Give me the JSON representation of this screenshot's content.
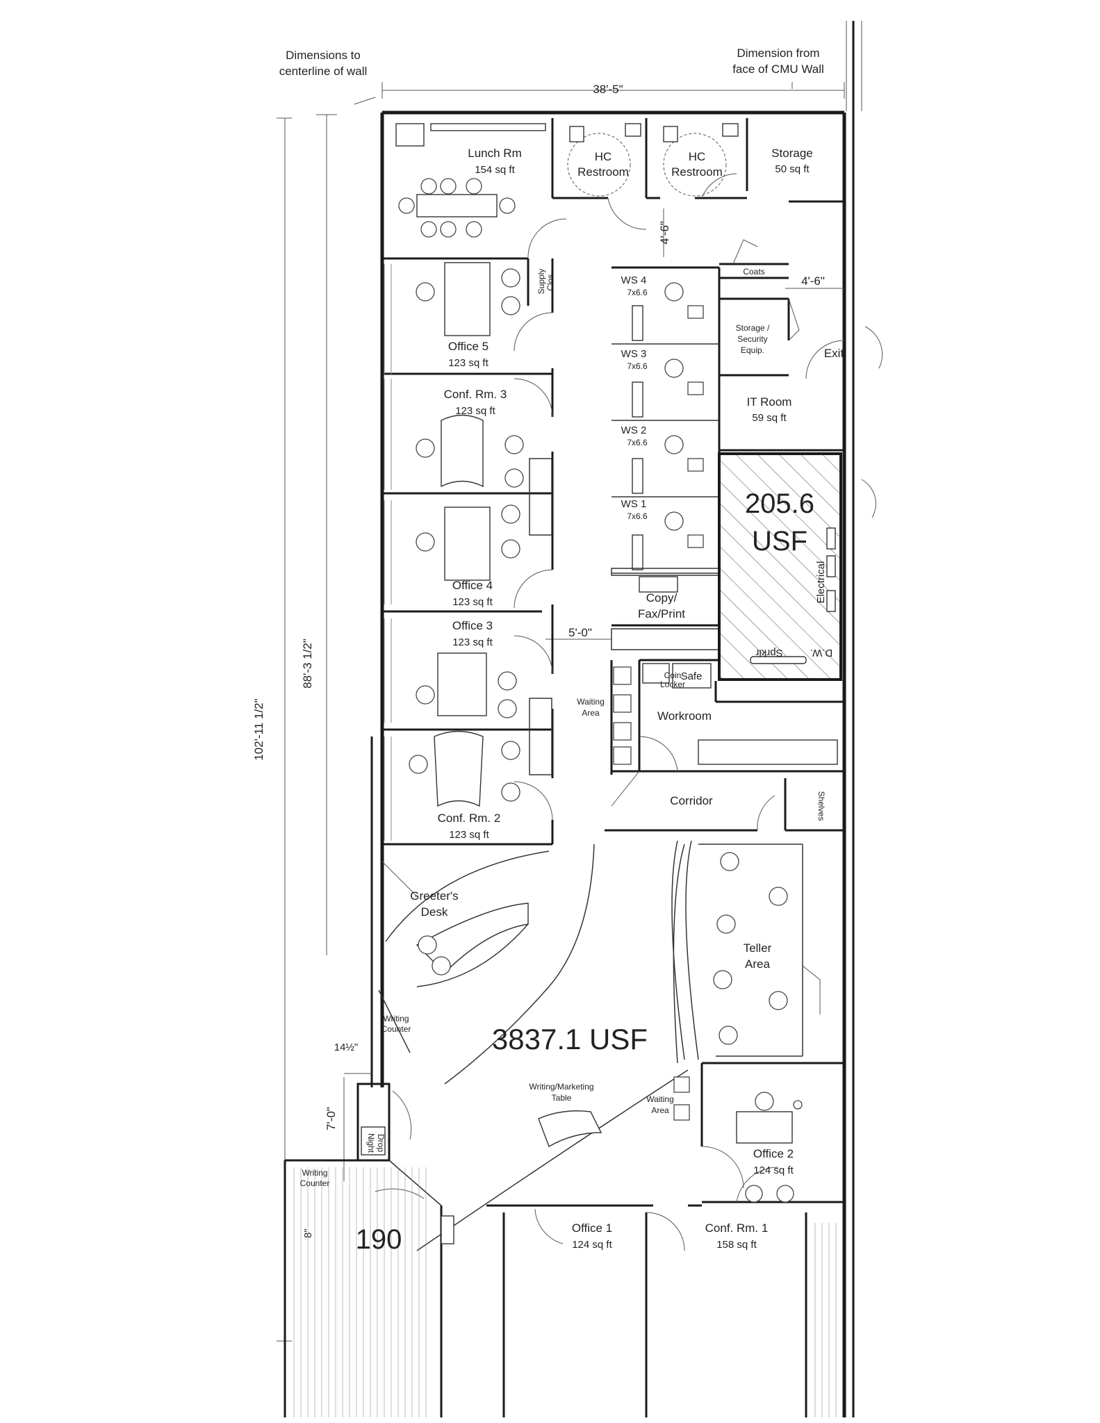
{
  "notes": {
    "centerline": [
      "Dimensions to",
      "centerline of wall"
    ],
    "cmu": [
      "Dimension from",
      "face of CMU Wall"
    ]
  },
  "dimensions": {
    "width_top": "38'-5\"",
    "overall_length": "102'-11 1/2\"",
    "interior_length": "88'-3 1/2\"",
    "corridor_top": "4'-6\"",
    "coats_side": "4'-6\"",
    "corridor_mid": "5'-0\"",
    "counter_offset": "14½\"",
    "night_drop_len": "7'-0\"",
    "bottom_left": "8\""
  },
  "rooms": {
    "lunch": {
      "name": "Lunch Rm",
      "area": "154 sq ft"
    },
    "restroom1": {
      "l1": "HC",
      "l2": "Restroom"
    },
    "restroom2": {
      "l1": "HC",
      "l2": "Restroom"
    },
    "storage": {
      "name": "Storage",
      "area": "50 sq ft"
    },
    "supply": {
      "l1": "Supply",
      "l2": "Clos."
    },
    "coats": "Coats",
    "storage_security": {
      "l1": "Storage /",
      "l2": "Security",
      "l3": "Equip."
    },
    "exit": "Exit",
    "it_room": {
      "name": "IT Room",
      "area": "59 sq ft"
    },
    "office5": {
      "name": "Office 5",
      "area": "123 sq ft"
    },
    "conf3": {
      "name": "Conf. Rm. 3",
      "area": "123 sq ft"
    },
    "office4": {
      "name": "Office 4",
      "area": "123 sq ft"
    },
    "office3": {
      "name": "Office 3",
      "area": "123 sq ft"
    },
    "conf2": {
      "name": "Conf. Rm. 2",
      "area": "123 sq ft"
    },
    "ws4": {
      "name": "WS 4",
      "size": "7x6.6"
    },
    "ws3": {
      "name": "WS 3",
      "size": "7x6.6"
    },
    "ws2": {
      "name": "WS 2",
      "size": "7x6.6"
    },
    "ws1": {
      "name": "WS 1",
      "size": "7x6.6"
    },
    "copy": {
      "l1": "Copy/",
      "l2": "Fax/Print"
    },
    "lease_area": {
      "value": "205.6",
      "unit": "USF"
    },
    "electrical": "Electrical",
    "dw": "D.W.",
    "sprklr": "Sprklr",
    "coin_locker": {
      "l1": "Coin",
      "l2": "Locker"
    },
    "safe": "Safe",
    "waiting1": {
      "l1": "Waiting",
      "l2": "Area"
    },
    "workroom": "Workroom",
    "corridor": "Corridor",
    "shelves": "Shelves",
    "greeter": {
      "l1": "Greeter's",
      "l2": "Desk"
    },
    "teller": {
      "l1": "Teller",
      "l2": "Area"
    },
    "writing_counter": {
      "l1": "Writing",
      "l2": "Counter"
    },
    "main_area": "3837.1 USF",
    "marketing_table": {
      "l1": "Writing/Marketing",
      "l2": "Table"
    },
    "waiting2": {
      "l1": "Waiting",
      "l2": "Area"
    },
    "night_drop": {
      "l1": "Night",
      "l2": "Drop"
    },
    "office2": {
      "name": "Office 2",
      "area": "124 sq ft"
    },
    "office1": {
      "name": "Office 1",
      "area": "124 sq ft"
    },
    "conf1": {
      "name": "Conf. Rm. 1",
      "area": "158 sq ft"
    },
    "vestibule_counter": {
      "l1": "Writing",
      "l2": "Counter"
    },
    "vestibule_num": "190"
  },
  "colors": {
    "ink": "#1a1a1a",
    "paper": "#ffffff"
  }
}
